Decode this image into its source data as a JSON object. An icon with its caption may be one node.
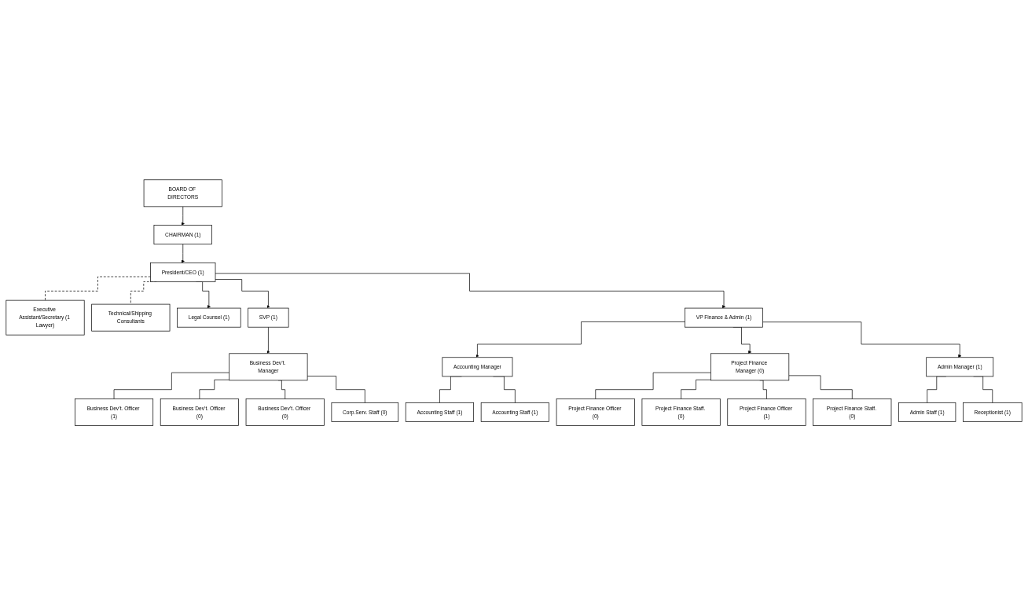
{
  "diagram": {
    "nodes": [
      {
        "text": [
          "BOARD OF DIRECTORS"
        ]
      },
      {
        "text": [
          "CHAIRMAN (1)"
        ]
      },
      {
        "text": [
          "President/CEO (1)"
        ]
      },
      {
        "text": [
          "Executive Assistant/Secretary (1 Lawyer)"
        ]
      },
      {
        "text": [
          "Technical/Shipping Consultants"
        ]
      },
      {
        "text": [
          "SVP (1)"
        ]
      },
      {
        "text": [
          "VP Finance & Admin (1)"
        ]
      },
      {
        "text": [
          "Legal Counsel (1)"
        ]
      },
      {
        "text": [
          "Business Dev’t. Manager"
        ]
      },
      {
        "text": [
          "Accounting Manager"
        ]
      },
      {
        "text": [
          "Project Finance Manager (0)"
        ]
      },
      {
        "text": [
          "Admin Manager (1)"
        ]
      },
      {
        "text": [
          "Business Dev’t. Officer (1)"
        ]
      },
      {
        "text": [
          "Project Finance Officer (0)"
        ]
      },
      {
        "text": [
          "Project Finance Officer (1)"
        ]
      },
      {
        "text": [
          "Admin Staff (1)"
        ]
      },
      {
        "text": [
          "Accounting Staff (1)"
        ]
      },
      {
        "text": [
          "Business Dev’t. Officer (0)"
        ]
      },
      {
        "text": [
          "Receptionist (1)"
        ]
      },
      {
        "text": [
          "Accounting Staff (1)"
        ]
      },
      {
        "text": [
          "Project Finance Staff. (0)"
        ]
      },
      {
        "text": [
          "Project Finance Staff. (0)"
        ]
      },
      {
        "text": [
          "Business Dev’t. Officer (0)"
        ]
      },
      {
        "text": [
          "Corp.Serv. Staff (0)"
        ]
      }
    ],
    "edges": [
      {
        "from": 0,
        "to": 1,
        "arrow": "to"
      },
      {
        "from": 1,
        "to": 2,
        "arrow": "to"
      },
      {
        "from": 2,
        "to": 3,
        "arrow": "none",
        "style": "dashed"
      },
      {
        "from": 2,
        "to": 4,
        "arrow": "none",
        "style": "dashed"
      },
      {
        "from": 2,
        "to": 5,
        "arrow": "to"
      },
      {
        "from": 2,
        "to": 6,
        "arrow": "to"
      },
      {
        "from": 2,
        "to": 7,
        "arrow": "to"
      },
      {
        "from": 5,
        "to": 8,
        "arrow": "to"
      },
      {
        "from": 6,
        "to": 9,
        "arrow": "to"
      },
      {
        "from": 6,
        "to": 10,
        "arrow": "to"
      },
      {
        "from": 6,
        "to": 11,
        "arrow": "to"
      },
      {
        "from": 8,
        "to": 12,
        "arrow": "none"
      },
      {
        "from": 8,
        "to": 17,
        "arrow": "none"
      },
      {
        "from": 8,
        "to": 22,
        "arrow": "none"
      },
      {
        "from": 8,
        "to": 23,
        "arrow": "none"
      },
      {
        "from": 9,
        "to": 16,
        "arrow": "none"
      },
      {
        "from": 9,
        "to": 19,
        "arrow": "none"
      },
      {
        "from": 10,
        "to": 13,
        "arrow": "none"
      },
      {
        "from": 10,
        "to": 20,
        "arrow": "none"
      },
      {
        "from": 10,
        "to": 14,
        "arrow": "none"
      },
      {
        "from": 10,
        "to": 21,
        "arrow": "none"
      },
      {
        "from": 11,
        "to": 15,
        "arrow": "none"
      },
      {
        "from": 11,
        "to": 18,
        "arrow": "none"
      }
    ]
  }
}
